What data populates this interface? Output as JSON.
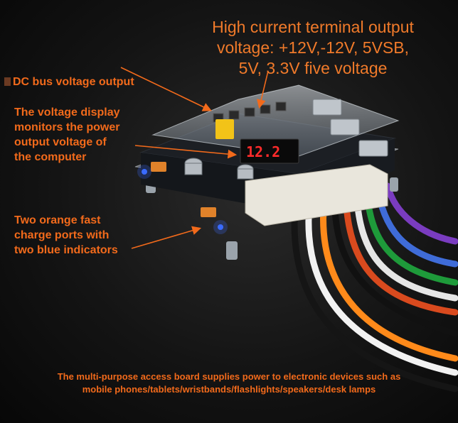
{
  "annotations": {
    "top_title_line1": "High current terminal output",
    "top_title_line2": "voltage: +12V,-12V, 5VSB,",
    "top_title_line3": "5V, 3.3V five voltage",
    "dc_bus": "DC bus voltage output",
    "voltage_display": "The voltage display\nmonitors the power\n output voltage of\nthe computer",
    "fast_charge": "Two orange fast\ncharge ports with\ntwo blue indicators",
    "caption_line1": "The multi-purpose access board supplies power to electronic devices such as",
    "caption_line2": "mobile phones/tablets/wristbands/flashlights/speakers/desk lamps"
  },
  "display": {
    "reading": "12.2"
  },
  "colors": {
    "annotation": "#f26a1b",
    "led_red": "#ff2b2b",
    "indicator_blue": "#3a6bff",
    "acrylic": "#c9d3dc",
    "pcb": "#1c1f24"
  }
}
